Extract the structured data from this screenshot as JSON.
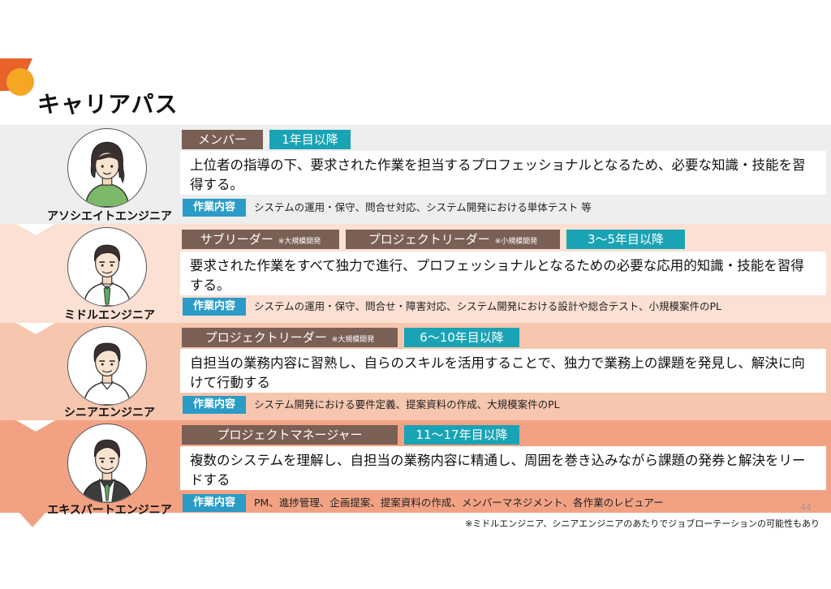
{
  "page_title": "キャリアパス",
  "colors": {
    "accent_circle": "#F5A623",
    "accent_stripe": "#E8622A",
    "role_tag": "#7A5F55",
    "years_tag": "#1AA3B5",
    "work_badge": "#2B9BC7",
    "band_1": "#EEEEEE",
    "band_2": "#FBE0D3",
    "band_3": "#F6C6AE",
    "band_4": "#F2A283"
  },
  "tiers": [
    {
      "role_name": "アソシエイトエンジニア",
      "tags": [
        {
          "label": "メンバー"
        }
      ],
      "years": "1年目以降",
      "description": "上位者の指導の下、要求された作業を担当するプロフェッショナルとなるため、必要な知識・技能を習得する。",
      "work_label": "作業内容",
      "work_text": "システムの運用・保守、問合せ対応、システム開発における単体テスト 等"
    },
    {
      "role_name": "ミドルエンジニア",
      "tags": [
        {
          "label": "サブリーダー",
          "note": "※大規模開発"
        },
        {
          "label": "プロジェクトリーダー",
          "note": "※小規模開発"
        }
      ],
      "years": "3〜5年目以降",
      "description": "要求された作業をすべて独力で進行、プロフェッショナルとなるための必要な応用的知識・技能を習得する。",
      "work_label": "作業内容",
      "work_text": "システムの運用・保守、問合せ・障害対応、システム開発における設計や総合テスト、小規模案件のPL"
    },
    {
      "role_name": "シニアエンジニア",
      "tags": [
        {
          "label": "プロジェクトリーダー",
          "note": "※大規模開発"
        }
      ],
      "years": "6〜10年目以降",
      "description": "自担当の業務内容に習熟し、自らのスキルを活用することで、独力で業務上の課題を発見し、解決に向けて行動する",
      "work_label": "作業内容",
      "work_text": "システム開発における要件定義、提案資料の作成、大規模案件のPL"
    },
    {
      "role_name": "エキスパートエンジニア",
      "tags": [
        {
          "label": "プロジェクトマネージャー"
        }
      ],
      "years": "11〜17年目以降",
      "description": "複数のシステムを理解し、自担当の業務内容に精通し、周囲を巻き込みながら課題の発券と解決をリードする",
      "work_label": "作業内容",
      "work_text": "PM、進捗管理、企画提案、提案資料の作成、メンバーマネジメント、各作業のレビュアー"
    }
  ],
  "page_number": "44",
  "footnote": "※ミドルエンジニア、シニアエンジニアのあたりでジョブローテーションの可能性もあり"
}
